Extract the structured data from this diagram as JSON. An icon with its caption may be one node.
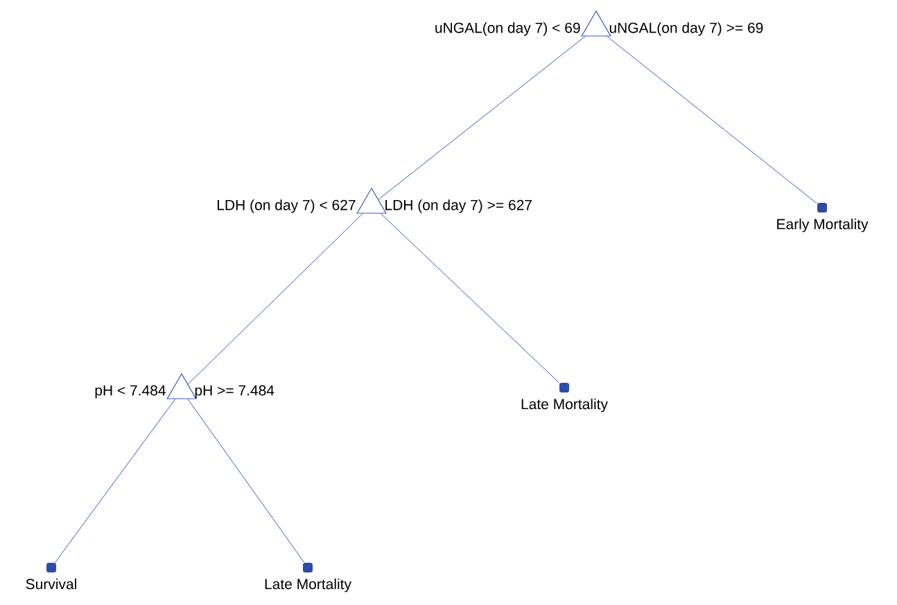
{
  "diagram": {
    "nodes": [
      {
        "text": [],
        "shape": "triangle",
        "beside": [
          "uNGAL(on day 7) < 69",
          "uNGAL(on day 7) >= 69"
        ]
      },
      {
        "text": [],
        "shape": "triangle",
        "beside": [
          "LDH (on day 7) < 627",
          "LDH (on day 7) >= 627"
        ]
      },
      {
        "text": [],
        "shape": "dot",
        "beside": [
          "Early Mortality"
        ]
      },
      {
        "text": [],
        "shape": "triangle",
        "beside": [
          "pH < 7.484",
          "pH >= 7.484"
        ]
      },
      {
        "text": [],
        "shape": "dot",
        "beside": [
          "Late Mortality"
        ]
      },
      {
        "text": [],
        "shape": "dot",
        "beside": [
          "Survival"
        ]
      },
      {
        "text": [],
        "shape": "dot",
        "beside": [
          "Late Mortality"
        ]
      }
    ],
    "edges": [
      {
        "from": 0,
        "to": 1,
        "arrow": "none"
      },
      {
        "from": 0,
        "to": 2,
        "arrow": "none"
      },
      {
        "from": 1,
        "to": 3,
        "arrow": "none"
      },
      {
        "from": 1,
        "to": 4,
        "arrow": "none"
      },
      {
        "from": 3,
        "to": 5,
        "arrow": "none"
      },
      {
        "from": 3,
        "to": 6,
        "arrow": "none"
      }
    ]
  }
}
